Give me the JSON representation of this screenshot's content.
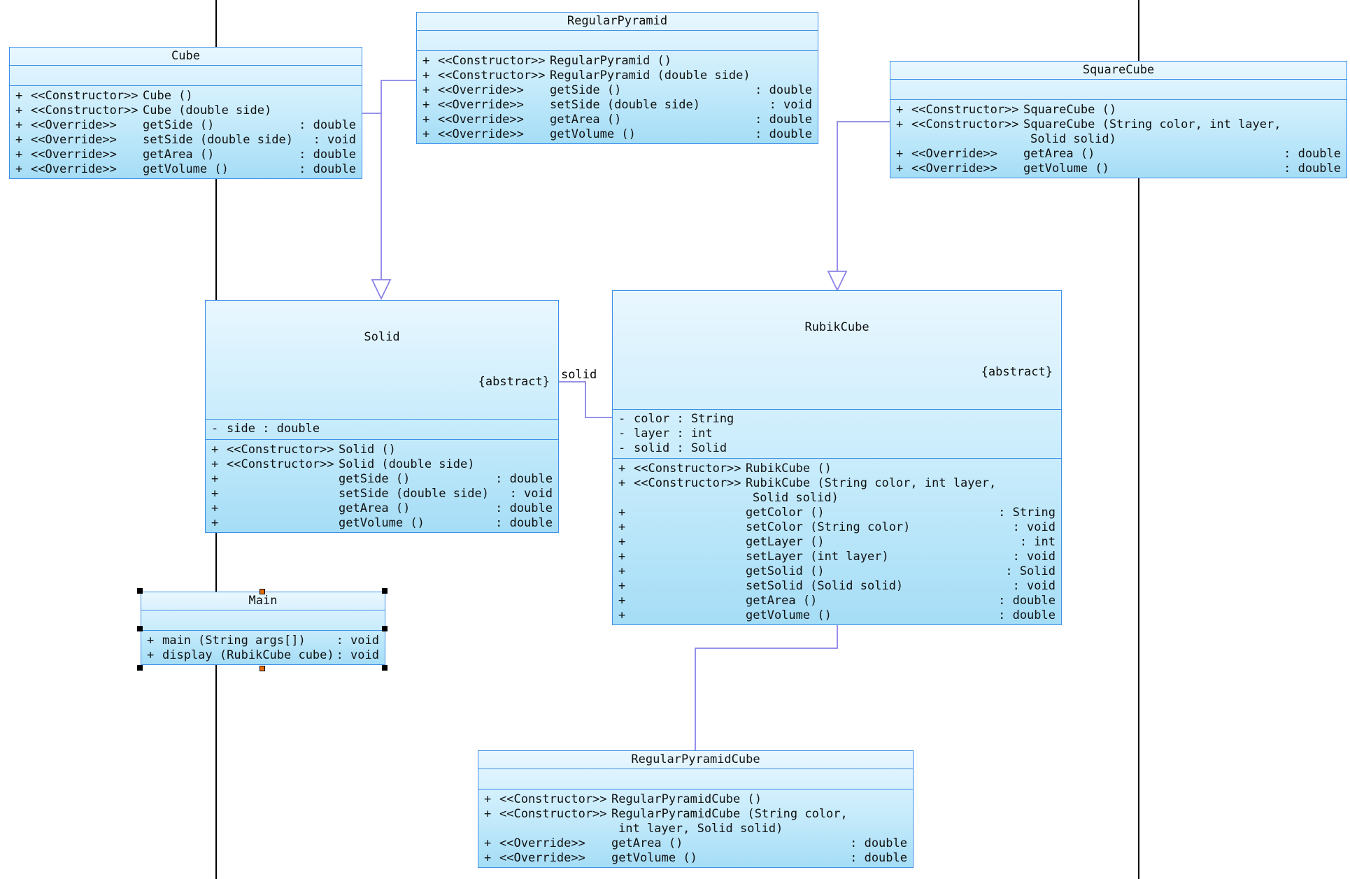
{
  "colors": {
    "border": "#3d8fe8",
    "edge": "#8a82e8",
    "fill_top": "#e9f7ff",
    "fill_bottom": "#a5ddf6"
  },
  "association_label": "solid",
  "classes": {
    "cube": {
      "name": "Cube",
      "attributes": [],
      "operations": [
        {
          "vis": "+",
          "stereo": "<<Constructor>>",
          "name": "Cube ()",
          "type": ""
        },
        {
          "vis": "+",
          "stereo": "<<Constructor>>",
          "name": "Cube (double side)",
          "type": ""
        },
        {
          "vis": "+",
          "stereo": "<<Override>>",
          "name": "getSide ()",
          "type": ": double"
        },
        {
          "vis": "+",
          "stereo": "<<Override>>",
          "name": "setSide (double side)",
          "type": ": void"
        },
        {
          "vis": "+",
          "stereo": "<<Override>>",
          "name": "getArea ()",
          "type": ": double"
        },
        {
          "vis": "+",
          "stereo": "<<Override>>",
          "name": "getVolume ()",
          "type": ": double"
        }
      ]
    },
    "regular_pyramid": {
      "name": "RegularPyramid",
      "attributes": [],
      "operations": [
        {
          "vis": "+",
          "stereo": "<<Constructor>>",
          "name": "RegularPyramid ()",
          "type": ""
        },
        {
          "vis": "+",
          "stereo": "<<Constructor>>",
          "name": "RegularPyramid (double side)",
          "type": ""
        },
        {
          "vis": "+",
          "stereo": "<<Override>>",
          "name": "getSide ()",
          "type": ": double"
        },
        {
          "vis": "+",
          "stereo": "<<Override>>",
          "name": "setSide (double side)",
          "type": ": void"
        },
        {
          "vis": "+",
          "stereo": "<<Override>>",
          "name": "getArea ()",
          "type": ": double"
        },
        {
          "vis": "+",
          "stereo": "<<Override>>",
          "name": "getVolume ()",
          "type": ": double"
        }
      ]
    },
    "square_cube": {
      "name": "SquareCube",
      "attributes": [],
      "operations": [
        {
          "vis": "+",
          "stereo": "<<Constructor>>",
          "name": "SquareCube ()",
          "type": ""
        },
        {
          "vis": "+",
          "stereo": "<<Constructor>>",
          "name": "SquareCube (String color, int layer,",
          "type": "",
          "cont": "Solid solid)"
        },
        {
          "vis": "+",
          "stereo": "<<Override>>",
          "name": "getArea ()",
          "type": ": double"
        },
        {
          "vis": "+",
          "stereo": "<<Override>>",
          "name": "getVolume ()",
          "type": ": double"
        }
      ]
    },
    "solid": {
      "name": "Solid",
      "stereotype": "{abstract}",
      "attributes": [
        {
          "vis": "-",
          "text": "side : double"
        }
      ],
      "operations": [
        {
          "vis": "+",
          "stereo": "<<Constructor>>",
          "name": "Solid ()",
          "type": ""
        },
        {
          "vis": "+",
          "stereo": "<<Constructor>>",
          "name": "Solid (double side)",
          "type": ""
        },
        {
          "vis": "+",
          "stereo": "",
          "name": "getSide ()",
          "type": ": double"
        },
        {
          "vis": "+",
          "stereo": "",
          "name": "setSide (double side)",
          "type": ": void"
        },
        {
          "vis": "+",
          "stereo": "",
          "name": "getArea ()",
          "type": ": double"
        },
        {
          "vis": "+",
          "stereo": "",
          "name": "getVolume ()",
          "type": ": double"
        }
      ]
    },
    "rubik_cube": {
      "name": "RubikCube",
      "stereotype": "{abstract}",
      "attributes": [
        {
          "vis": "-",
          "text": "color : String"
        },
        {
          "vis": "-",
          "text": "layer : int"
        },
        {
          "vis": "-",
          "text": "solid : Solid"
        }
      ],
      "operations": [
        {
          "vis": "+",
          "stereo": "<<Constructor>>",
          "name": "RubikCube ()",
          "type": ""
        },
        {
          "vis": "+",
          "stereo": "<<Constructor>>",
          "name": "RubikCube (String color, int layer,",
          "type": "",
          "cont": "Solid solid)"
        },
        {
          "vis": "+",
          "stereo": "",
          "name": "getColor ()",
          "type": ": String"
        },
        {
          "vis": "+",
          "stereo": "",
          "name": "setColor (String color)",
          "type": ": void"
        },
        {
          "vis": "+",
          "stereo": "",
          "name": "getLayer ()",
          "type": ": int"
        },
        {
          "vis": "+",
          "stereo": "",
          "name": "setLayer (int layer)",
          "type": ": void"
        },
        {
          "vis": "+",
          "stereo": "",
          "name": "getSolid ()",
          "type": ": Solid"
        },
        {
          "vis": "+",
          "stereo": "",
          "name": "setSolid (Solid solid)",
          "type": ": void"
        },
        {
          "vis": "+",
          "stereo": "",
          "name": "getArea ()",
          "type": ": double"
        },
        {
          "vis": "+",
          "stereo": "",
          "name": "getVolume ()",
          "type": ": double"
        }
      ]
    },
    "main": {
      "name": "Main",
      "attributes": [],
      "operations": [
        {
          "vis": "+",
          "stereo": "",
          "name": "main (String args[])",
          "type": ": void"
        },
        {
          "vis": "+",
          "stereo": "",
          "name": "display (RubikCube cube)",
          "type": ": void"
        }
      ]
    },
    "regular_pyramid_cube": {
      "name": "RegularPyramidCube",
      "attributes": [],
      "operations": [
        {
          "vis": "+",
          "stereo": "<<Constructor>>",
          "name": "RegularPyramidCube ()",
          "type": ""
        },
        {
          "vis": "+",
          "stereo": "<<Constructor>>",
          "name": "RegularPyramidCube (String color,",
          "type": "",
          "cont": "int layer, Solid solid)"
        },
        {
          "vis": "+",
          "stereo": "<<Override>>",
          "name": "getArea ()",
          "type": ": double"
        },
        {
          "vis": "+",
          "stereo": "<<Override>>",
          "name": "getVolume ()",
          "type": ": double"
        }
      ]
    }
  }
}
